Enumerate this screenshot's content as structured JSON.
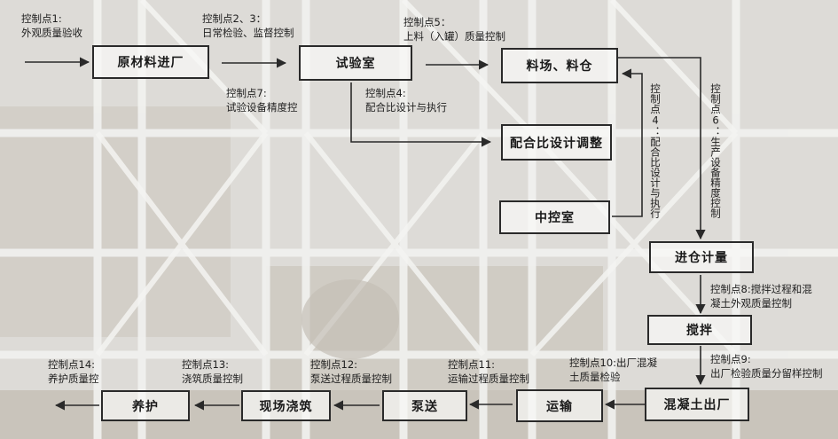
{
  "boxes": {
    "raw_material": "原材料进厂",
    "lab": "试验室",
    "stockyard": "料场、料仓",
    "mix_adjust": "配合比设计调整",
    "control_room": "中控室",
    "batching": "进仓计量",
    "mixing": "搅拌",
    "discharge": "混凝土出厂",
    "transport": "运输",
    "pumping": "泵送",
    "pouring": "现场浇筑",
    "curing": "养护"
  },
  "notes": {
    "cp1": "控制点1:\n外观质量验收",
    "cp2_3": "控制点2、3：\n日常检验、监督控制",
    "cp5": "控制点5：\n上料（入罐）质量控制",
    "cp7": "控制点7:\n试验设备精度控",
    "cp4": "控制点4:\n配合比设计与执行",
    "cp4_v": "控制点4：配合比设计与执行",
    "cp6_v": "控制点6：生产设备精度控制",
    "cp8": "控制点8:搅拌过程和混\n凝土外观质量控制",
    "cp9": "控制点9:\n出厂检验质量分留样控制",
    "cp10": "控制点10:出厂混凝\n土质量检验",
    "cp11": "控制点11:\n运输过程质量控制",
    "cp12": "控制点12:\n泵送过程质量控制",
    "cp13": "控制点13:\n浇筑质量控制",
    "cp14": "控制点14:\n养护质量控"
  },
  "colors": {
    "line": "#2a2a2a",
    "box_border": "#2a2a2a",
    "background": "#dcdad6"
  }
}
